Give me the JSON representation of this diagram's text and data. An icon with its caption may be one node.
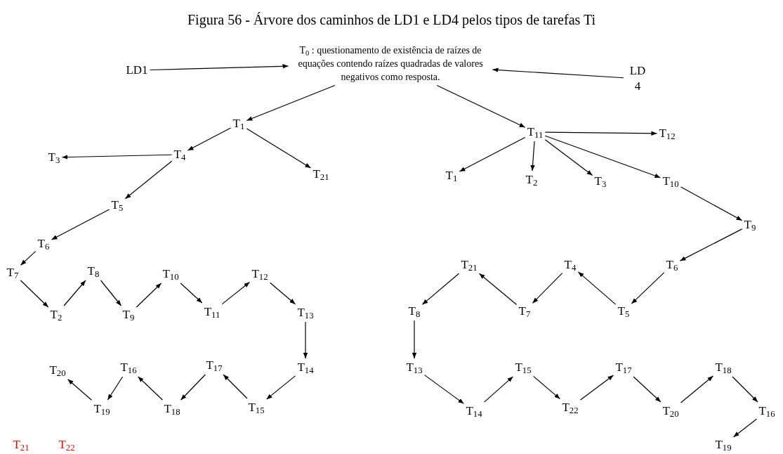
{
  "diagram": {
    "title": "Figura 56 - Árvore dos caminhos de LD1 e LD4 pelos tipos de tarefas Ti",
    "nodes": [
      {
        "text": [
          "LD1"
        ]
      },
      {
        "text": [
          "T$_{0}$ : questionamento de existência de raízes de equações contendo raízes quadradas de valores negativos como resposta."
        ]
      },
      {
        "text": [
          "LD 4"
        ]
      },
      {
        "text": [
          "T$_{1}$"
        ]
      },
      {
        "text": [
          "T$_{4}$"
        ]
      },
      {
        "text": [
          "T$_{3}$"
        ]
      },
      {
        "text": [
          "T$_{21}$"
        ]
      },
      {
        "text": [
          "T$_{5}$"
        ]
      },
      {
        "text": [
          "T$_{6}$"
        ]
      },
      {
        "text": [
          "T$_{7}$"
        ]
      },
      {
        "text": [
          "T$_{2}$"
        ]
      },
      {
        "text": [
          "T$_{8}$"
        ]
      },
      {
        "text": [
          "T$_{9}$"
        ]
      },
      {
        "text": [
          "T$_{10}$"
        ]
      },
      {
        "text": [
          "T$_{11}$"
        ]
      },
      {
        "text": [
          "T$_{12}$"
        ]
      },
      {
        "text": [
          "T$_{13}$"
        ]
      },
      {
        "text": [
          "T$_{14}$"
        ]
      },
      {
        "text": [
          "T$_{15}$"
        ]
      },
      {
        "text": [
          "T$_{17}$"
        ]
      },
      {
        "text": [
          "T$_{18}$"
        ]
      },
      {
        "text": [
          "T$_{16}$"
        ]
      },
      {
        "text": [
          "T$_{19}$"
        ]
      },
      {
        "text": [
          "T$_{20}$"
        ]
      },
      {
        "text": [
          "T$_{11}$"
        ]
      },
      {
        "text": [
          "T$_{12}$"
        ]
      },
      {
        "text": [
          "T$_{1}$"
        ]
      },
      {
        "text": [
          "T$_{2}$"
        ]
      },
      {
        "text": [
          "T$_{3}$"
        ]
      },
      {
        "text": [
          "T$_{10}$"
        ]
      },
      {
        "text": [
          "T$_{9}$"
        ]
      },
      {
        "text": [
          "T$_{6}$"
        ]
      },
      {
        "text": [
          "T$_{5}$"
        ]
      },
      {
        "text": [
          "T$_{4}$"
        ]
      },
      {
        "text": [
          "T$_{7}$"
        ]
      },
      {
        "text": [
          "T$_{21}$"
        ]
      },
      {
        "text": [
          "T$_{8}$"
        ]
      },
      {
        "text": [
          "T$_{13}$"
        ]
      },
      {
        "text": [
          "T$_{14}$"
        ]
      },
      {
        "text": [
          "T$_{15}$"
        ]
      },
      {
        "text": [
          "T$_{22}$"
        ]
      },
      {
        "text": [
          "T$_{17}$"
        ]
      },
      {
        "text": [
          "T$_{20}$"
        ]
      },
      {
        "text": [
          "T$_{18}$"
        ]
      },
      {
        "text": [
          "T$_{16}$"
        ]
      },
      {
        "text": [
          "T$_{19}$"
        ]
      }
    ],
    "edges": [
      {
        "from": 0,
        "to": 1,
        "arrow": "to"
      },
      {
        "from": 2,
        "to": 1,
        "arrow": "to"
      },
      {
        "from": 1,
        "to": 3,
        "arrow": "to"
      },
      {
        "from": 1,
        "to": 24,
        "arrow": "to"
      },
      {
        "from": 3,
        "to": 4,
        "arrow": "to"
      },
      {
        "from": 3,
        "to": 6,
        "arrow": "to"
      },
      {
        "from": 4,
        "to": 5,
        "arrow": "to"
      },
      {
        "from": 4,
        "to": 7,
        "arrow": "to"
      },
      {
        "from": 7,
        "to": 8,
        "arrow": "to"
      },
      {
        "from": 8,
        "to": 9,
        "arrow": "to"
      },
      {
        "from": 9,
        "to": 10,
        "arrow": "to"
      },
      {
        "from": 10,
        "to": 11,
        "arrow": "to"
      },
      {
        "from": 11,
        "to": 12,
        "arrow": "to"
      },
      {
        "from": 12,
        "to": 13,
        "arrow": "to"
      },
      {
        "from": 13,
        "to": 14,
        "arrow": "to"
      },
      {
        "from": 14,
        "to": 15,
        "arrow": "to"
      },
      {
        "from": 15,
        "to": 16,
        "arrow": "to"
      },
      {
        "from": 16,
        "to": 17,
        "arrow": "to"
      },
      {
        "from": 17,
        "to": 18,
        "arrow": "to"
      },
      {
        "from": 18,
        "to": 19,
        "arrow": "to"
      },
      {
        "from": 19,
        "to": 20,
        "arrow": "to"
      },
      {
        "from": 20,
        "to": 21,
        "arrow": "to"
      },
      {
        "from": 21,
        "to": 22,
        "arrow": "to"
      },
      {
        "from": 22,
        "to": 23,
        "arrow": "to"
      },
      {
        "from": 24,
        "to": 25,
        "arrow": "to"
      },
      {
        "from": 24,
        "to": 26,
        "arrow": "to"
      },
      {
        "from": 24,
        "to": 27,
        "arrow": "to"
      },
      {
        "from": 24,
        "to": 28,
        "arrow": "to"
      },
      {
        "from": 24,
        "to": 29,
        "arrow": "to"
      },
      {
        "from": 29,
        "to": 30,
        "arrow": "to"
      },
      {
        "from": 30,
        "to": 31,
        "arrow": "to"
      },
      {
        "from": 31,
        "to": 32,
        "arrow": "to"
      },
      {
        "from": 32,
        "to": 33,
        "arrow": "to"
      },
      {
        "from": 33,
        "to": 34,
        "arrow": "to"
      },
      {
        "from": 34,
        "to": 35,
        "arrow": "to"
      },
      {
        "from": 35,
        "to": 36,
        "arrow": "to"
      },
      {
        "from": 36,
        "to": 37,
        "arrow": "to"
      },
      {
        "from": 37,
        "to": 38,
        "arrow": "to"
      },
      {
        "from": 38,
        "to": 39,
        "arrow": "to"
      },
      {
        "from": 39,
        "to": 40,
        "arrow": "to"
      },
      {
        "from": 40,
        "to": 41,
        "arrow": "to"
      },
      {
        "from": 41,
        "to": 42,
        "arrow": "to"
      },
      {
        "from": 42,
        "to": 43,
        "arrow": "to"
      },
      {
        "from": 43,
        "to": 44,
        "arrow": "to"
      },
      {
        "from": 44,
        "to": 45,
        "arrow": "to"
      }
    ],
    "labels": [
      "T$_{21}$",
      "T$_{22}$"
    ]
  }
}
